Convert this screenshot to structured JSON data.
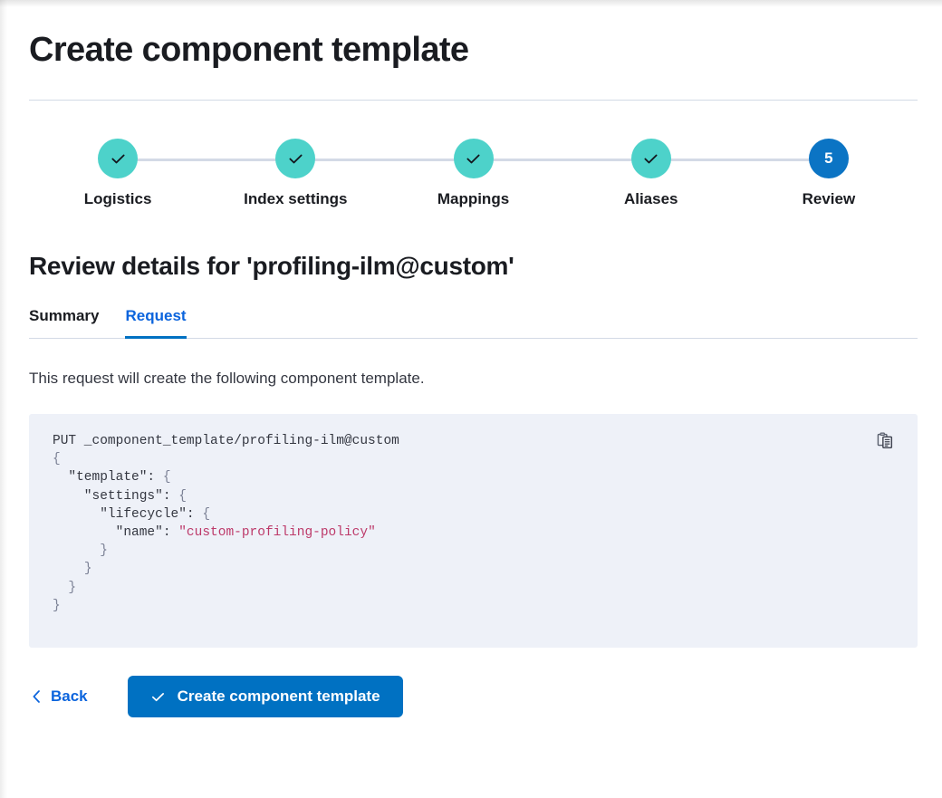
{
  "page": {
    "title": "Create component template",
    "section_title": "Review details for 'profiling-ilm@custom'",
    "description": "This request will create the following component template."
  },
  "steps": [
    {
      "label": "Logistics",
      "state": "complete",
      "marker": "check-icon"
    },
    {
      "label": "Index settings",
      "state": "complete",
      "marker": "check-icon"
    },
    {
      "label": "Mappings",
      "state": "complete",
      "marker": "check-icon"
    },
    {
      "label": "Aliases",
      "state": "complete",
      "marker": "check-icon"
    },
    {
      "label": "Review",
      "state": "current",
      "marker": "5"
    }
  ],
  "tabs": [
    {
      "label": "Summary",
      "selected": false
    },
    {
      "label": "Request",
      "selected": true
    }
  ],
  "code": {
    "copy_icon": "clipboard-copy-icon",
    "lines": [
      {
        "indent": 0,
        "text": "PUT _component_template/profiling-ilm@custom"
      },
      {
        "indent": 0,
        "text": "{"
      },
      {
        "indent": 1,
        "key": "\"template\"",
        "text": "\"template\": {"
      },
      {
        "indent": 2,
        "key": "\"settings\"",
        "text": "\"settings\": {"
      },
      {
        "indent": 3,
        "key": "\"lifecycle\"",
        "text": "\"lifecycle\": {"
      },
      {
        "indent": 4,
        "key": "\"name\"",
        "value": "\"custom-profiling-policy\"",
        "text": "\"name\": \"custom-profiling-policy\""
      },
      {
        "indent": 3,
        "text": "}"
      },
      {
        "indent": 2,
        "text": "}"
      },
      {
        "indent": 1,
        "text": "}"
      },
      {
        "indent": 0,
        "text": "}"
      }
    ],
    "method": "PUT",
    "path": "_component_template/profiling-ilm@custom",
    "body": {
      "template": {
        "settings": {
          "lifecycle": {
            "name": "custom-profiling-policy"
          }
        }
      }
    }
  },
  "footer": {
    "back_label": "Back",
    "back_icon": "chevron-left-icon",
    "submit_label": "Create component template",
    "submit_icon": "check-icon"
  },
  "colors": {
    "accent_blue": "#0071c2",
    "link_blue": "#0b64dd",
    "step_complete": "#4dd2ca",
    "step_current": "#0b74c4",
    "code_bg": "#eef1f8",
    "code_string": "#bd3a6a",
    "divider": "#d3dae6"
  }
}
